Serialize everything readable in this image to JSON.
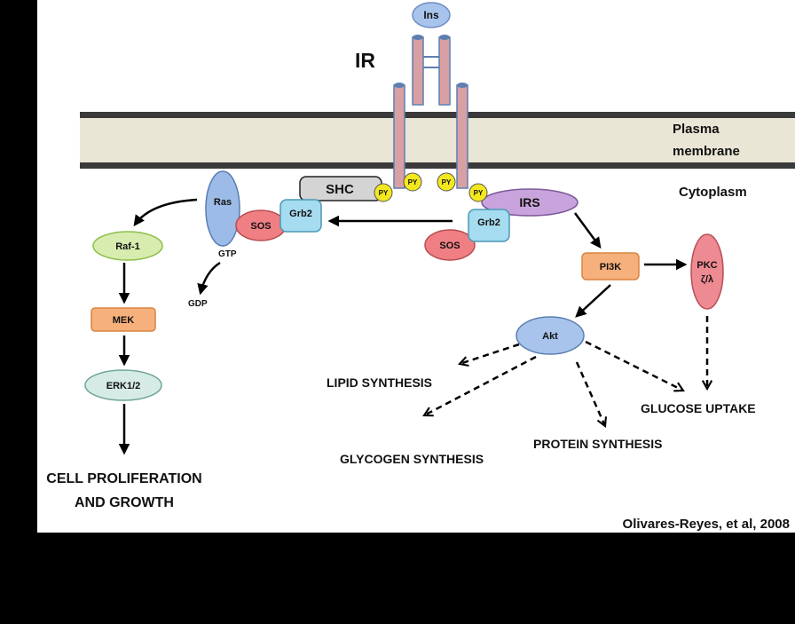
{
  "labels": {
    "ins": "Ins",
    "ir": "IR",
    "plasma_membrane_line1": "Plasma",
    "plasma_membrane_line2": "membrane",
    "cytoplasm": "Cytoplasm",
    "shc": "SHC",
    "py": "PY",
    "irs": "IRS",
    "grb2": "Grb2",
    "sos": "SOS",
    "ras": "Ras",
    "gtp": "GTP",
    "gdp": "GDP",
    "raf1": "Raf-1",
    "mek": "MEK",
    "erk": "ERK1/2",
    "pi3k": "PI3K",
    "pkc_line1": "PKC",
    "pkc_line2": "ζ/λ",
    "akt": "Akt",
    "lipid": "LIPID SYNTHESIS",
    "glycogen": "GLYCOGEN SYNTHESIS",
    "protein": "PROTEIN SYNTHESIS",
    "glucose": "GLUCOSE UPTAKE",
    "cell_line1": "CELL PROLIFERATION",
    "cell_line2": "AND GROWTH",
    "citation": "Olivares-Reyes, et al, 2008"
  },
  "colors": {
    "background": "#ffffff",
    "frame": "#000000",
    "membrane_fill": "#e9e6d6",
    "receptor": "#d9a0a4",
    "receptor_cap": "#5c7fb0",
    "py": "#f3e81d",
    "irs": "#c9a4dc",
    "grb2": "#a6dcef",
    "sos": "#ef7f83",
    "ras": "#9cbbe7",
    "raf1": "#d7ecae",
    "mek": "#f6b07c",
    "erk": "#d6ebe6",
    "pi3k": "#f6b07c",
    "pkc": "#ee8a92",
    "akt": "#a8c4ec",
    "shc": "#d4d4d4",
    "ins": "#a8c4ec"
  }
}
